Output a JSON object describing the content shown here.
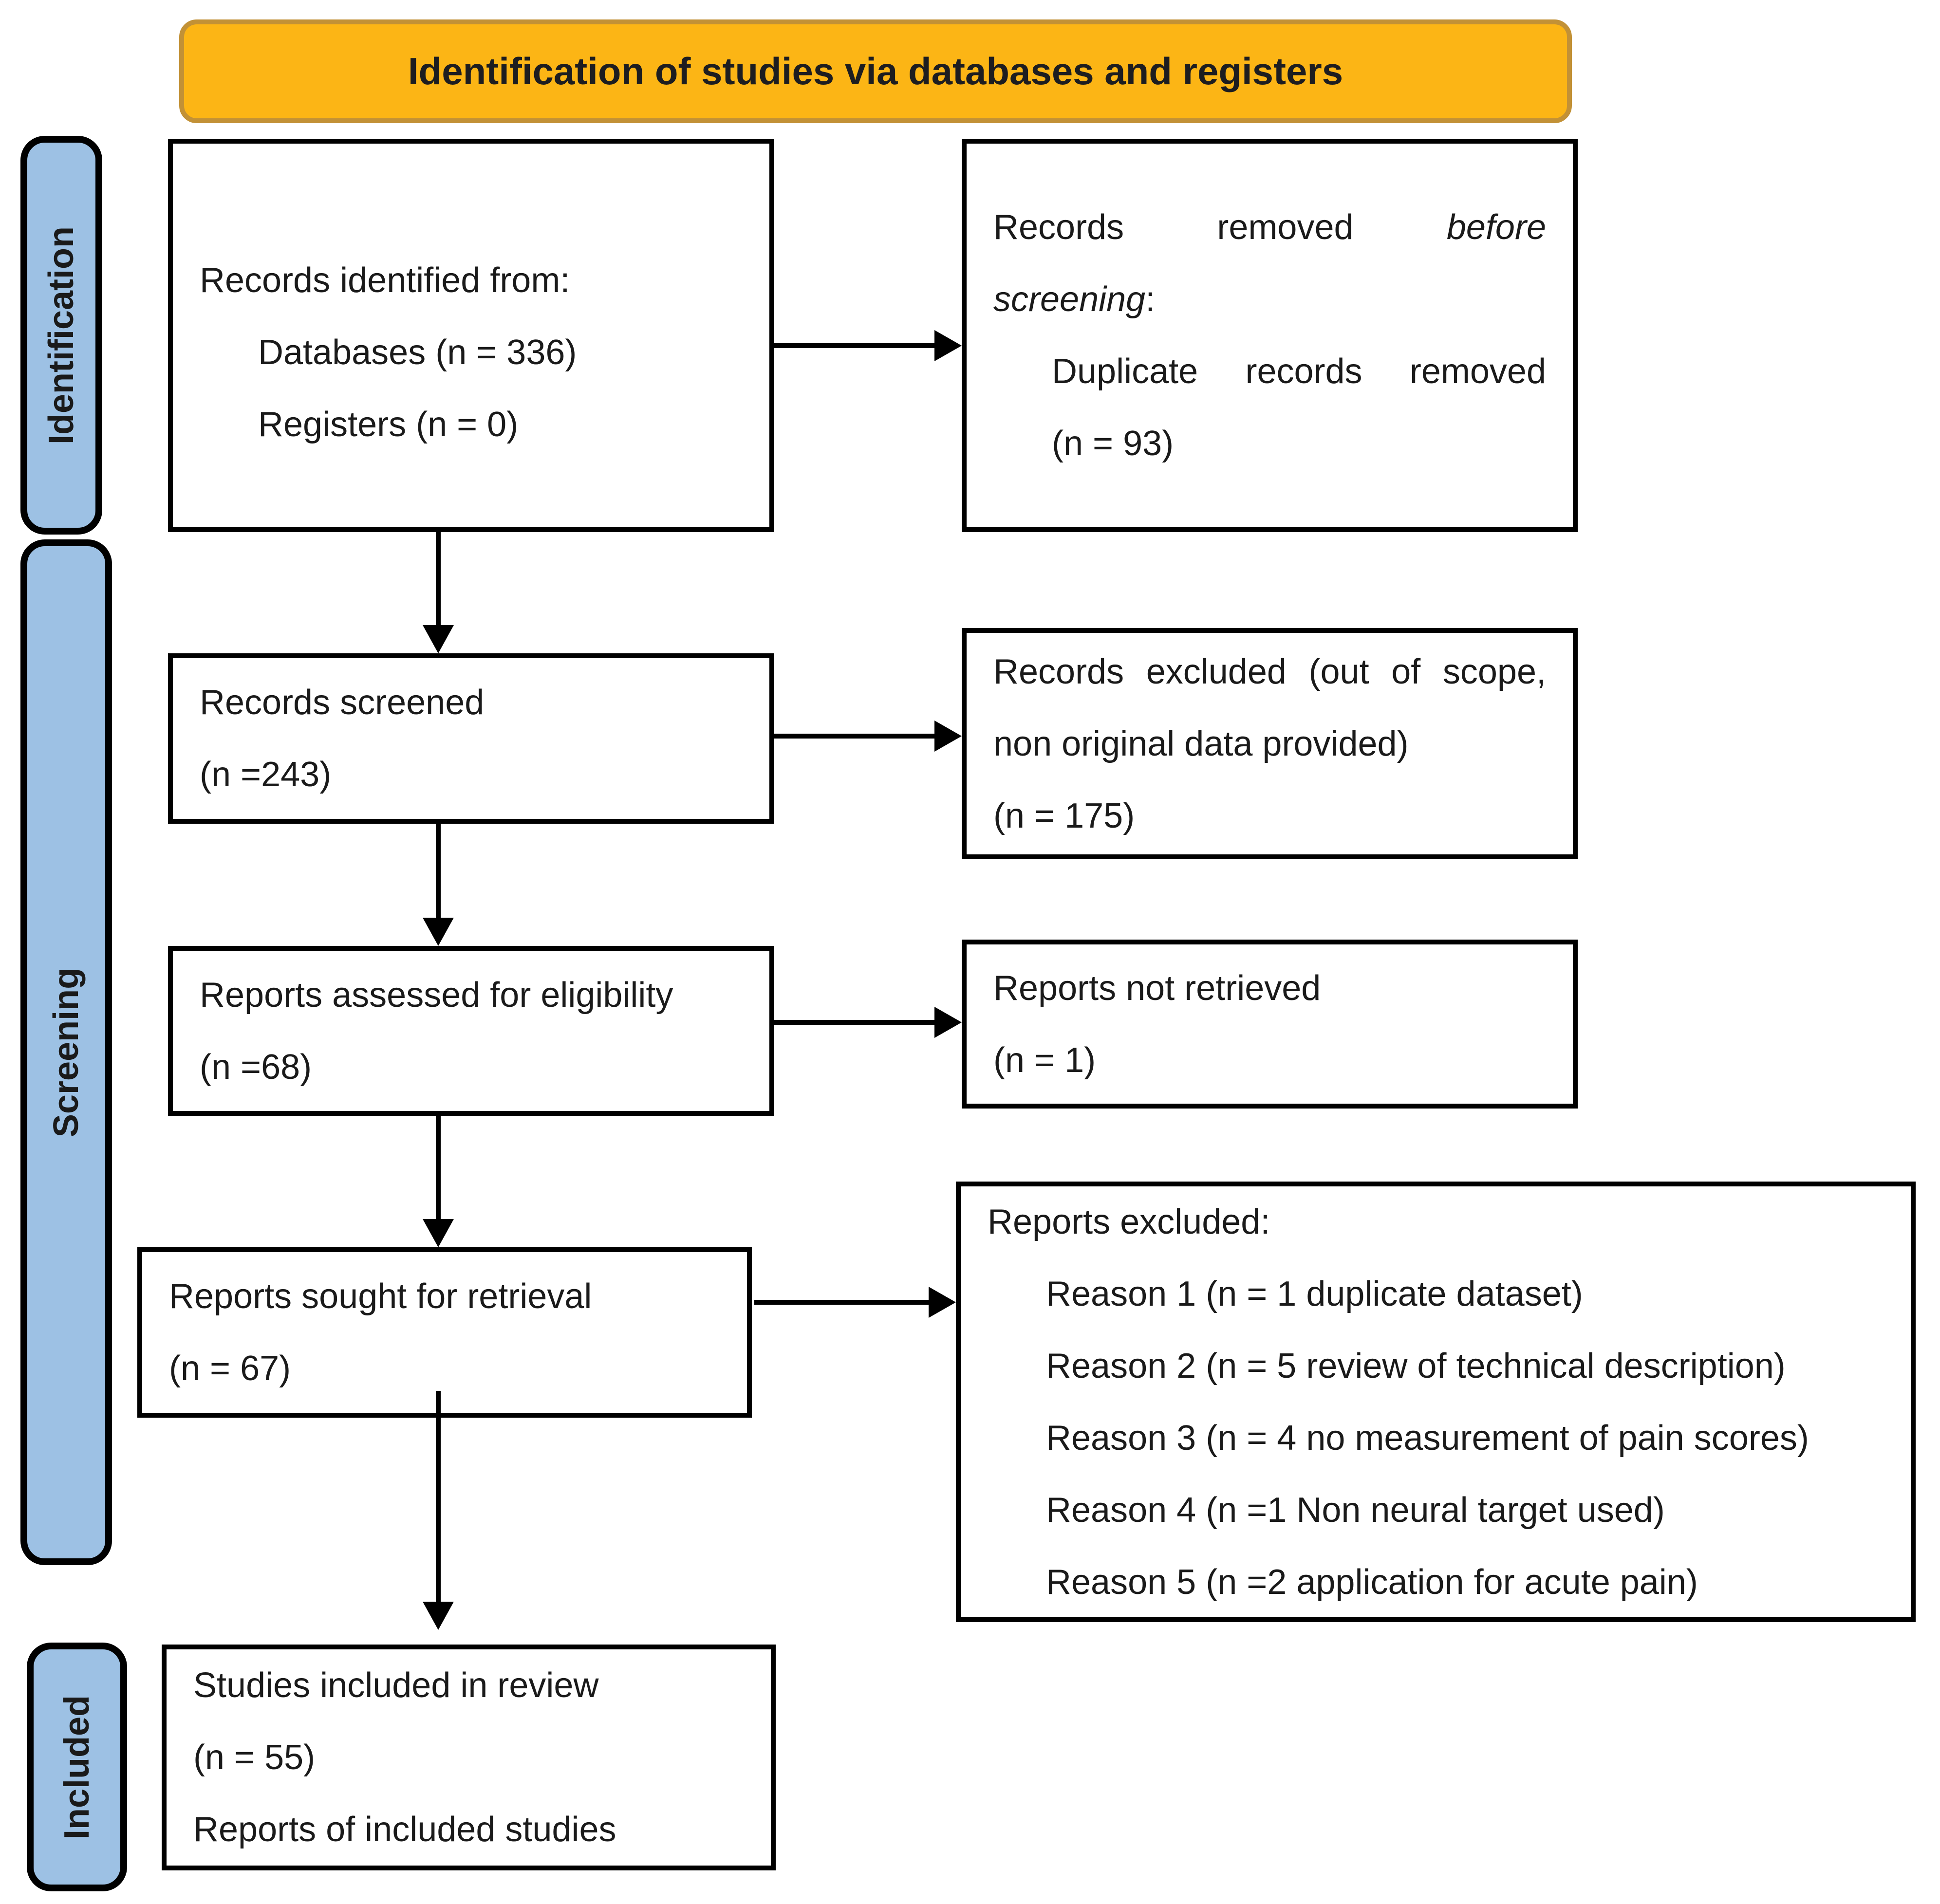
{
  "banner": {
    "title": "Identification of studies via databases and registers"
  },
  "sidebar": {
    "identification": "Identification",
    "screening": "Screening",
    "included": "Included"
  },
  "flow": {
    "records_identified": {
      "line1": "Records identified from:",
      "line2": "Databases (n = 336)",
      "line3": "Registers (n = 0)"
    },
    "records_removed": {
      "line1_text": "Records removed",
      "line1_italic": "before",
      "line2_italic": "screening",
      "line2_colon": ":",
      "line3": "Duplicate records removed",
      "line4": "(n = 93)"
    },
    "records_screened": {
      "line1": "Records screened",
      "line2": "(n =243)"
    },
    "records_excluded": {
      "line1": "Records excluded (out of scope,",
      "line2": "non original data provided)",
      "line3": "(n = 175)"
    },
    "reports_assessed": {
      "line1": "Reports assessed for eligibility",
      "line2": "(n =68)"
    },
    "reports_not_retrieved": {
      "line1": "Reports not retrieved",
      "line2": "(n = 1)"
    },
    "reports_sought": {
      "line1": "Reports sought for retrieval",
      "line2": "(n = 67)"
    },
    "reports_excluded": {
      "heading": "Reports excluded:",
      "reason1": "Reason 1 (n = 1 duplicate dataset)",
      "reason2": "Reason 2 (n = 5 review of technical description)",
      "reason3": "Reason 3 (n = 4 no measurement of pain scores)",
      "reason4": "Reason 4 (n =1 Non neural target used)",
      "reason5": "Reason 5 (n =2 application for acute pain)"
    },
    "studies_included": {
      "line1": "Studies included in review",
      "line2": "(n = 55)",
      "line3": "Reports of included studies"
    }
  },
  "colors": {
    "banner_fill": "#FCB515",
    "banner_border": "#C29136",
    "sidebar_fill": "#9DC1E4",
    "box_border": "#000000",
    "text": "#1A1A1A"
  }
}
